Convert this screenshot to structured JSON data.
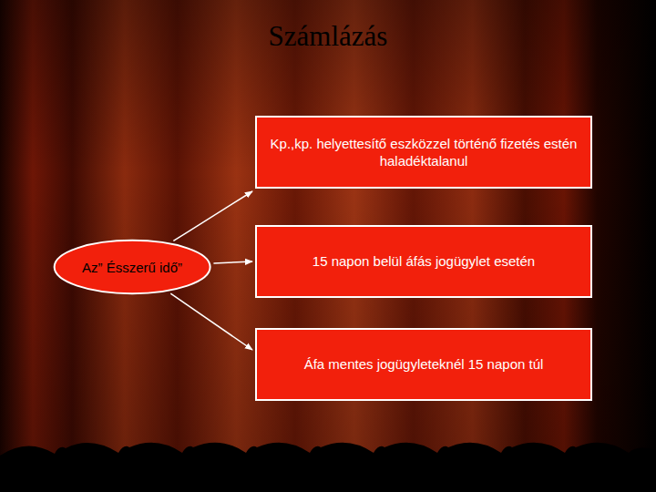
{
  "diagram": {
    "title": "Számlázás",
    "nodes": [
      {
        "text": [
          "Az” Ésszerű idő”"
        ]
      },
      {
        "text": [
          "Kp.,kp. helyettesítő eszközzel történő fizetés estén haladéktalanul"
        ]
      },
      {
        "text": [
          "15 napon belül áfás jogügylet esetén"
        ]
      },
      {
        "text": [
          "Áfa mentes jogügyleteknél 15 napon túl"
        ]
      }
    ],
    "edges": [
      {
        "from": 0,
        "to": 1,
        "arrow": "to"
      },
      {
        "from": 0,
        "to": 2,
        "arrow": "to"
      },
      {
        "from": 0,
        "to": 3,
        "arrow": "to"
      }
    ]
  }
}
